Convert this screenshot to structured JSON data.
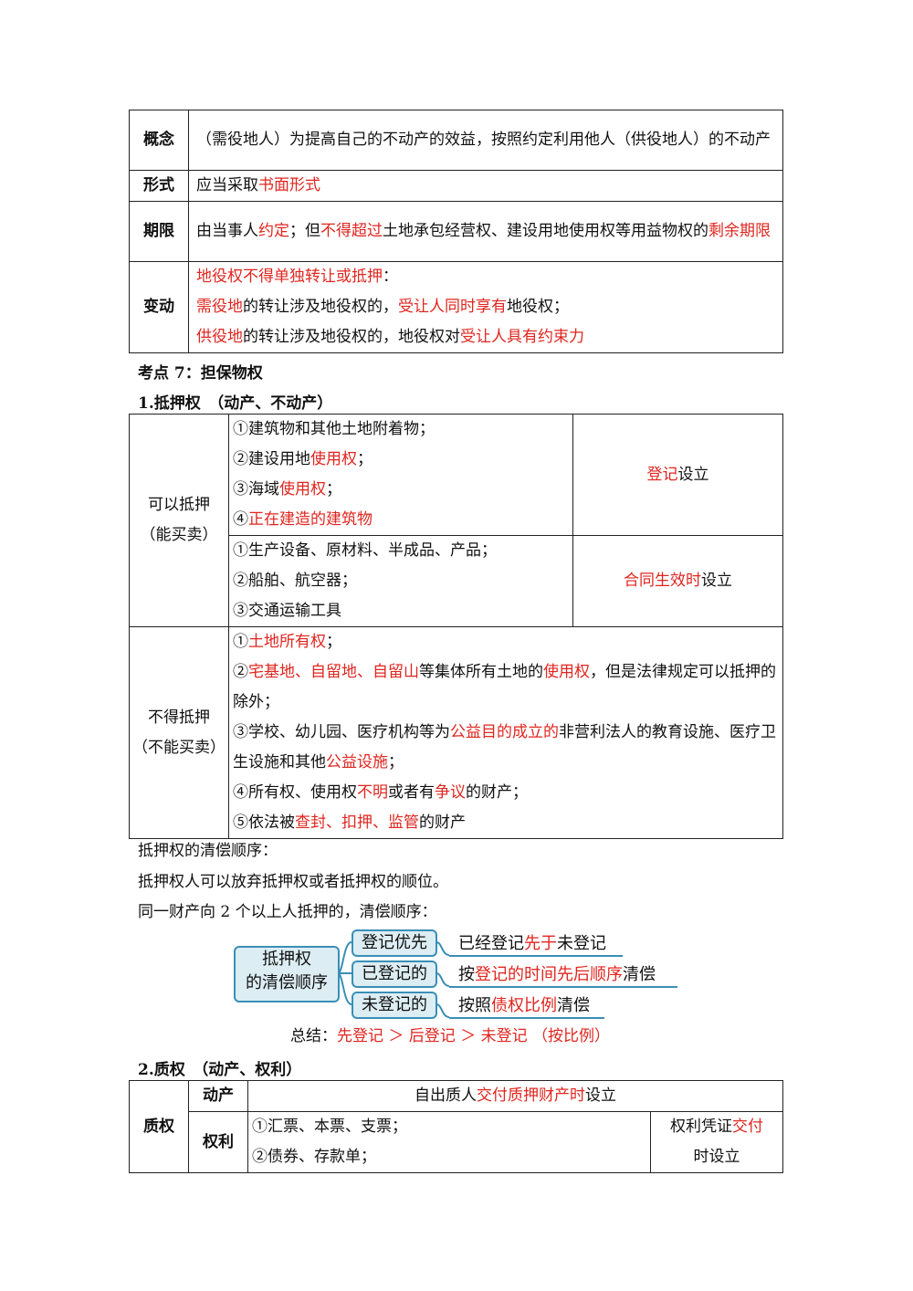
{
  "servitude_table": {
    "rows": [
      {
        "header": "概念",
        "parts": [
          {
            "t": "（需役地人）为提高自己的不动产的效益，按照约定利用他人（供役地人）的不动产",
            "r": false
          }
        ]
      },
      {
        "header": "形式",
        "parts": [
          {
            "t": "应当采取",
            "r": false
          },
          {
            "t": "书面形式",
            "r": true
          }
        ]
      },
      {
        "header": "期限",
        "parts": [
          {
            "t": "由当事人",
            "r": false
          },
          {
            "t": "约定",
            "r": true
          },
          {
            "t": "；但",
            "r": false
          },
          {
            "t": "不得超过",
            "r": true
          },
          {
            "t": "土地承包经营权、建设用地使用权等用益物权的",
            "r": false
          },
          {
            "t": "剩余期限",
            "r": true
          }
        ]
      },
      {
        "header": "变动",
        "lines": [
          [
            {
              "t": "地役权不得单独转让或抵押",
              "r": true
            },
            {
              "t": "：",
              "r": false
            }
          ],
          [
            {
              "t": "需役地",
              "r": true
            },
            {
              "t": "的转让涉及地役权的，",
              "r": false
            },
            {
              "t": "受让人同时享有",
              "r": true
            },
            {
              "t": "地役权；",
              "r": false
            }
          ],
          [
            {
              "t": "供役地",
              "r": true
            },
            {
              "t": "的转让涉及地役权的，地役权对",
              "r": false
            },
            {
              "t": "受让人具有约束力",
              "r": true
            }
          ]
        ]
      }
    ]
  },
  "section7_title": "考点 7：担保物权",
  "mortgage_title": "1.抵押权　（动产、不动产）",
  "mortgage_table": {
    "can_label": [
      "可以抵押",
      "（能买卖）"
    ],
    "can_group1": [
      [
        {
          "t": "①建筑物和其他土地附着物；",
          "r": false
        }
      ],
      [
        {
          "t": "②建设用地",
          "r": false
        },
        {
          "t": "使用权",
          "r": true
        },
        {
          "t": "；",
          "r": false
        }
      ],
      [
        {
          "t": "③海域",
          "r": false
        },
        {
          "t": "使用权",
          "r": true
        },
        {
          "t": "；",
          "r": false
        }
      ],
      [
        {
          "t": "④",
          "r": false
        },
        {
          "t": "正在建造的建筑物",
          "r": true
        }
      ]
    ],
    "can_group1_setup": [
      {
        "t": "登记",
        "r": true
      },
      {
        "t": "设立",
        "r": false
      }
    ],
    "can_group2": [
      [
        {
          "t": "①生产设备、原材料、半成品、产品；",
          "r": false
        }
      ],
      [
        {
          "t": "②船舶、航空器；",
          "r": false
        }
      ],
      [
        {
          "t": "③交通运输工具",
          "r": false
        }
      ]
    ],
    "can_group2_setup": [
      {
        "t": "合同生效时",
        "r": true
      },
      {
        "t": "设立",
        "r": false
      }
    ],
    "cannot_label": [
      "不得抵押",
      "（不能买卖）"
    ],
    "cannot_items": [
      [
        {
          "t": "①",
          "r": false
        },
        {
          "t": "土地所有权",
          "r": true
        },
        {
          "t": "；",
          "r": false
        }
      ],
      [
        {
          "t": "②",
          "r": false
        },
        {
          "t": "宅基地、自留地、自留山",
          "r": true
        },
        {
          "t": "等集体所有土地的",
          "r": false
        },
        {
          "t": "使用权",
          "r": true
        },
        {
          "t": "，但是法律规定可以抵押的除外；",
          "r": false
        }
      ],
      [
        {
          "t": "③学校、幼儿园、医疗机构等为",
          "r": false
        },
        {
          "t": "公益目的成立的",
          "r": true
        },
        {
          "t": "非营利法人的教育设施、医疗卫生设施和其他",
          "r": false
        },
        {
          "t": "公益设施",
          "r": true
        },
        {
          "t": "；",
          "r": false
        }
      ],
      [
        {
          "t": "④所有权、使用权",
          "r": false
        },
        {
          "t": "不明",
          "r": true
        },
        {
          "t": "或者有",
          "r": false
        },
        {
          "t": "争议",
          "r": true
        },
        {
          "t": "的财产；",
          "r": false
        }
      ],
      [
        {
          "t": "⑤依法被",
          "r": false
        },
        {
          "t": "查封、扣押、监管",
          "r": true
        },
        {
          "t": "的财产",
          "r": false
        }
      ]
    ]
  },
  "priority": {
    "p1": "抵押权的清偿顺序：",
    "p2": "抵押权人可以放弃抵押权或者抵押权的顺位。",
    "p3": "同一财产向 2 个以上人抵押的，清偿顺序："
  },
  "mindmap": {
    "root": [
      "抵押权",
      "的清偿顺序"
    ],
    "branches": [
      {
        "label": "登记优先",
        "leaf": [
          {
            "t": "已经登记",
            "r": false
          },
          {
            "t": "先于",
            "r": true
          },
          {
            "t": "未登记",
            "r": false
          }
        ]
      },
      {
        "label": "已登记的",
        "leaf": [
          {
            "t": "按",
            "r": false
          },
          {
            "t": "登记的时间先后顺序",
            "r": true
          },
          {
            "t": "清偿",
            "r": false
          }
        ]
      },
      {
        "label": "未登记的",
        "leaf": [
          {
            "t": "按照",
            "r": false
          },
          {
            "t": "债权比例",
            "r": true
          },
          {
            "t": "清偿",
            "r": false
          }
        ]
      }
    ]
  },
  "summary": [
    {
      "t": "总结：",
      "r": false
    },
    {
      "t": "先登记 ＞ 后登记 ＞ 未登记 （按比例）",
      "r": true
    }
  ],
  "pledge_title": "2.质权　（动产、权利）",
  "pledge_table": {
    "header": "质权",
    "movable_label": "动产",
    "movable_text": [
      {
        "t": "自出质人",
        "r": false
      },
      {
        "t": "交付质押财产时",
        "r": true
      },
      {
        "t": "设立",
        "r": false
      }
    ],
    "rights_label": "权利",
    "rights_items": [
      "①汇票、本票、支票；",
      "②债券、存款单；"
    ],
    "rights_setup": [
      [
        {
          "t": "权利凭证",
          "r": false
        },
        {
          "t": "交付",
          "r": true
        }
      ],
      [
        {
          "t": "时设立",
          "r": false
        }
      ]
    ]
  }
}
